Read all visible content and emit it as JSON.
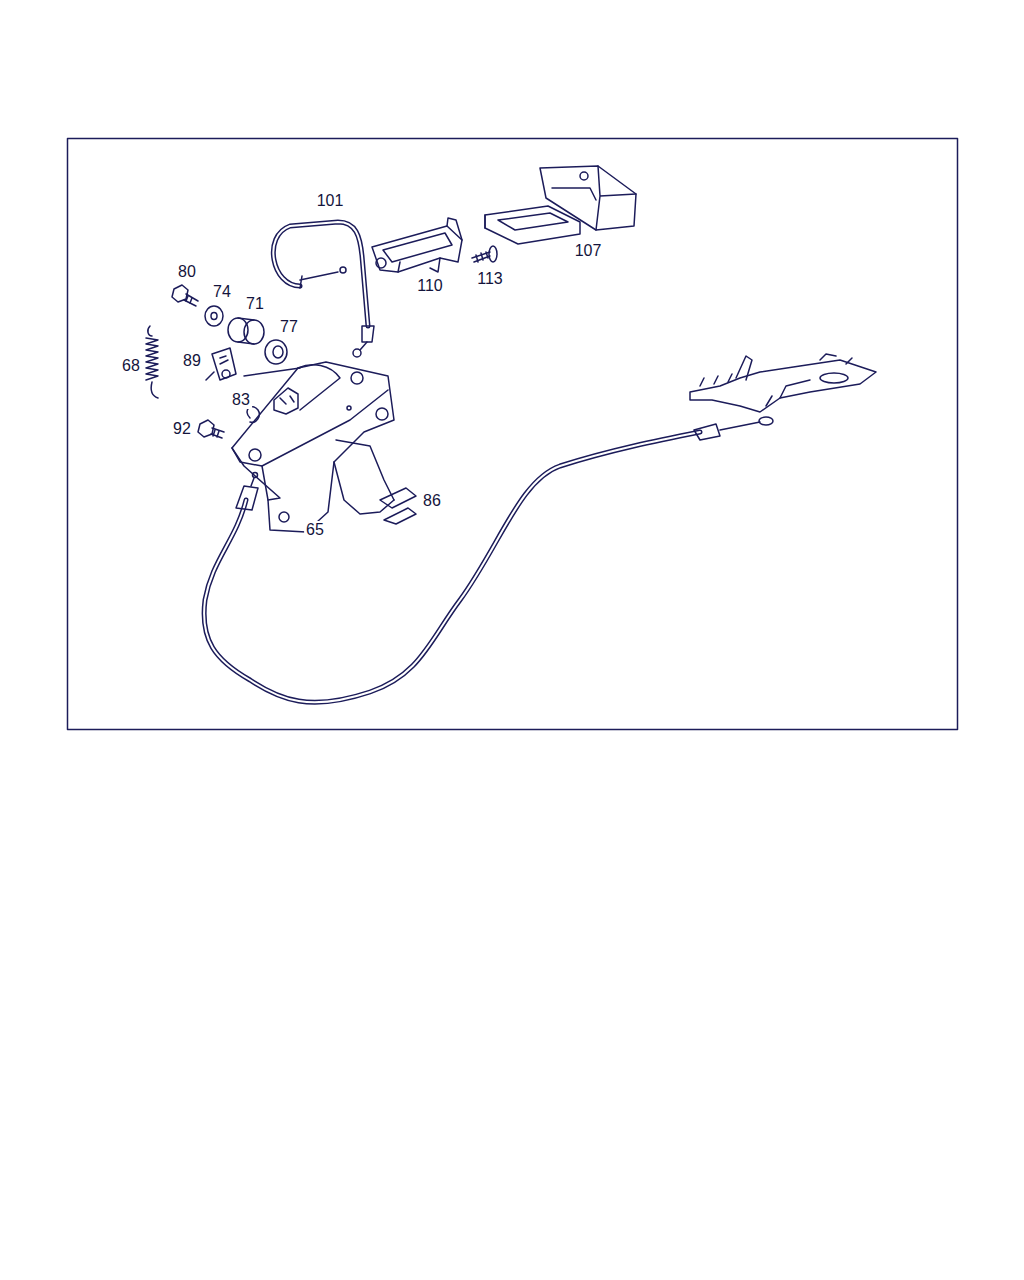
{
  "diagram": {
    "labels": [
      "101",
      "107",
      "80",
      "113",
      "110",
      "74",
      "71",
      "77",
      "89",
      "68",
      "83",
      "92",
      "86",
      "65"
    ]
  }
}
